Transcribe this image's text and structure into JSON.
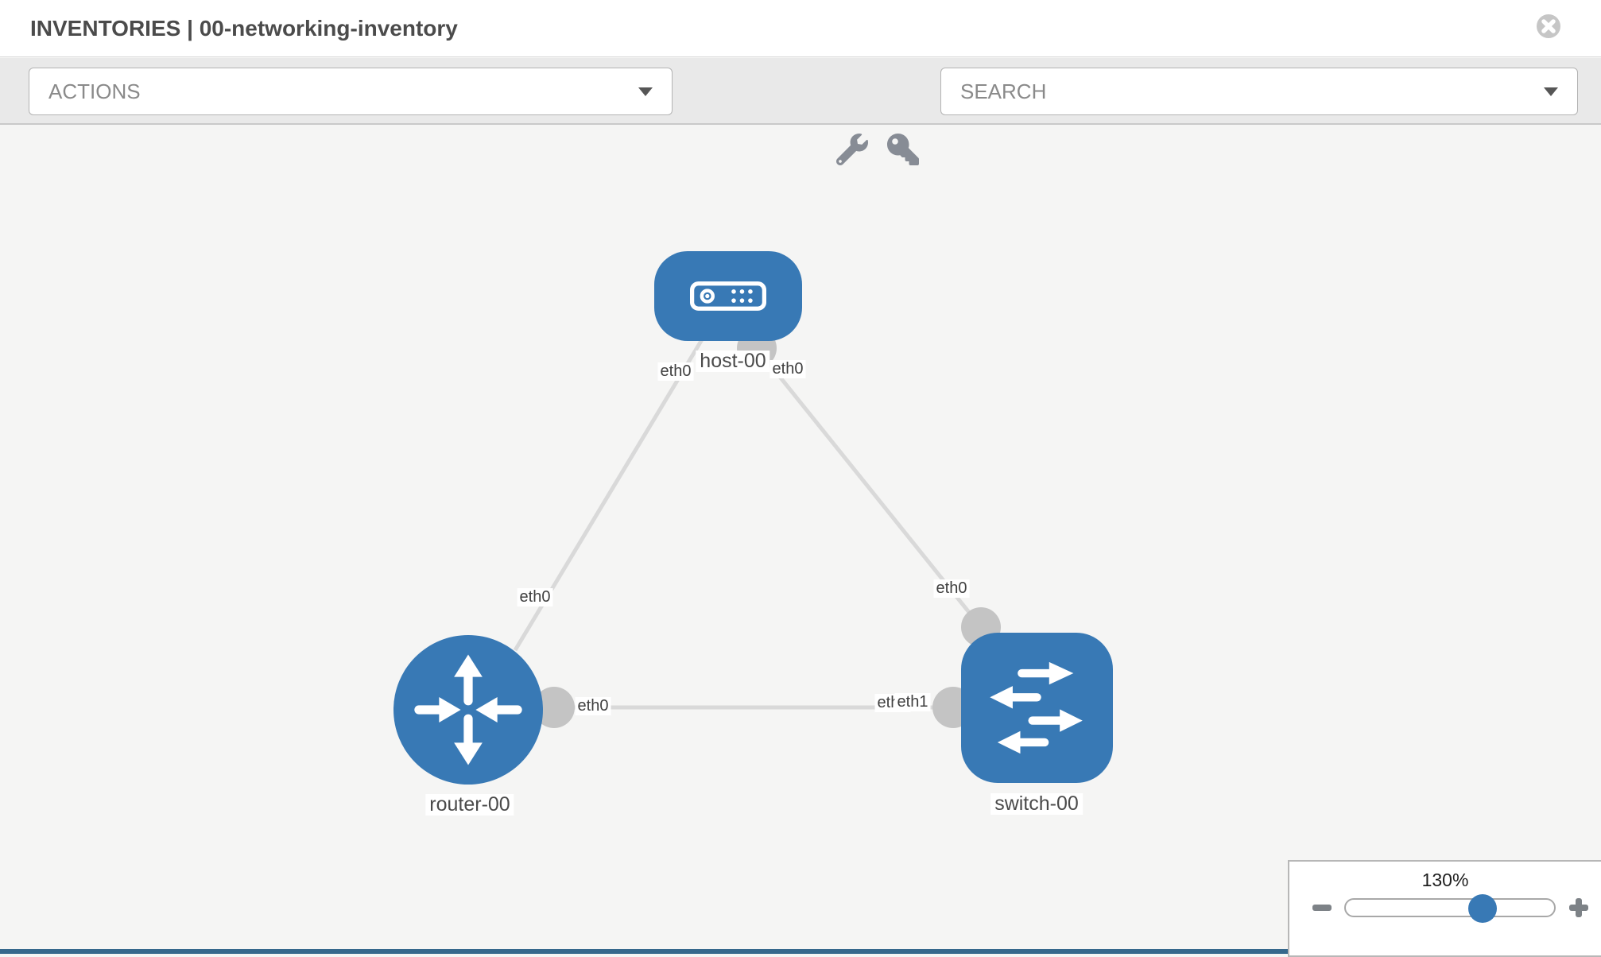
{
  "header": {
    "title": "INVENTORIES | 00-networking-inventory"
  },
  "toolbar": {
    "actions_dropdown": {
      "value": "ACTIONS"
    },
    "search_dropdown": {
      "value": "SEARCH"
    },
    "icons": [
      "wrench-icon",
      "key-icon"
    ]
  },
  "topology": {
    "nodes": [
      {
        "id": "host-00",
        "type": "host",
        "label": "host-00"
      },
      {
        "id": "router-00",
        "type": "router",
        "label": "router-00"
      },
      {
        "id": "switch-00",
        "type": "switch",
        "label": "switch-00"
      }
    ],
    "links": [
      {
        "source": "host-00",
        "target": "router-00",
        "source_port": "eth0",
        "target_port": "eth0"
      },
      {
        "source": "host-00",
        "target": "switch-00",
        "source_port": "eth0",
        "target_port": "eth0"
      },
      {
        "source": "router-00",
        "target": "switch-00",
        "source_port": "eth0",
        "target_port": "eth1",
        "occluded_label": "eth0"
      }
    ]
  },
  "zoom_control": {
    "level": "130%"
  },
  "colors": {
    "node_blue": "#3879b5",
    "link_gray": "#d9d9d9",
    "endpoint_gray": "#c4c4c4",
    "toolbar_bg": "#e9e9e9",
    "footer_blue": "#36688c"
  }
}
